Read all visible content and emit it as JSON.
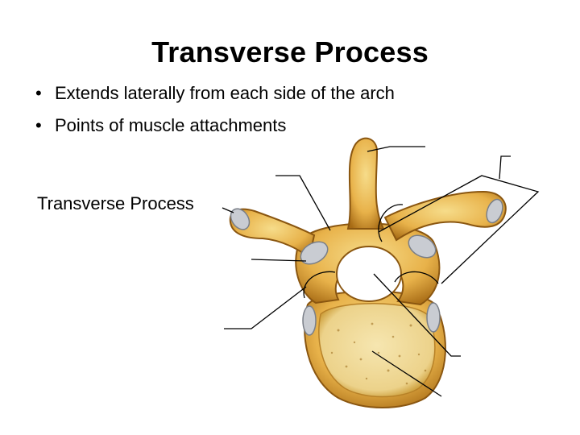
{
  "slide": {
    "title": "Transverse Process",
    "bullets": [
      "Extends laterally from each side of the arch",
      "Points of muscle attachments"
    ],
    "figure_label": "Transverse Process"
  },
  "figure": {
    "icon": "vertebra-illustration",
    "colors": {
      "bone": "#e8b24a",
      "bone_light": "#f6dc8a",
      "bone_dark": "#a66a14",
      "body_face": "#f3e2a6",
      "facet": "#c9ccd2",
      "leader": "#000000"
    }
  }
}
